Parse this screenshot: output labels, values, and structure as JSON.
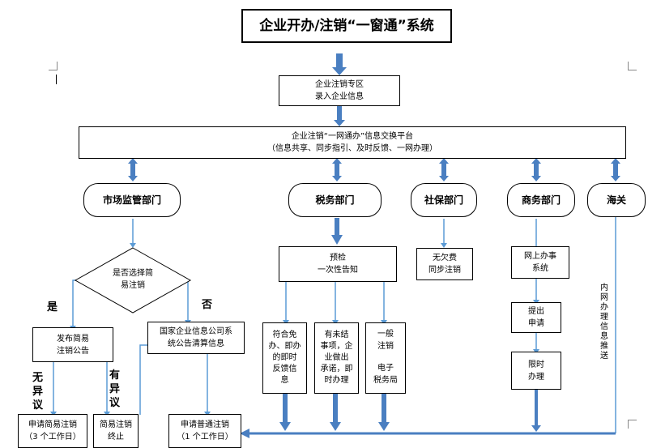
{
  "title": "企业开办/注销“一窗通”系统",
  "zone": "企业注销专区\n录入企业信息",
  "platform": {
    "line1": "企业注销“一网通办”信息交换平台",
    "line2": "（信息共享、同步指引、及时反馈、一网办理）"
  },
  "departments": {
    "market": "市场监管部门",
    "tax": "税务部门",
    "social": "社保部门",
    "commerce": "商务部门",
    "customs": "海关"
  },
  "decision": "是否选择简\n易注销",
  "labels": {
    "yes": "是",
    "no": "否",
    "no_objection": "无\n异\n议",
    "objection": "有\n异\n议"
  },
  "market_boxes": {
    "publish": "发布简易\n注销公告",
    "gsxt": "国家企业信息公司系\n统公告清算信息",
    "apply_simple": "申请简易注销\n（3 个工作日）",
    "simple_end": "简易注销\n终止",
    "apply_normal": "申请普通注销\n（1 个工作日）"
  },
  "tax_boxes": {
    "precheck": "预检\n一次性告知",
    "exempt": "符合免\n办、即办\n的即时\n反馈信\n息",
    "pending": "有未结\n事项，企\n业做出\n承诺，即\n时办理",
    "general": "一般\n注销",
    "etax": "电子\n税务局"
  },
  "social_box": "无欠费\n同步注销",
  "commerce_boxes": {
    "online": "网上办事\n系统",
    "submit": "提出\n申请",
    "timely": "限时\n办理"
  },
  "customs_text": "内网办理 信息推送",
  "colors": {
    "arrow": "#4a7fc1",
    "line": "#5b9bd5",
    "border": "#000000"
  }
}
